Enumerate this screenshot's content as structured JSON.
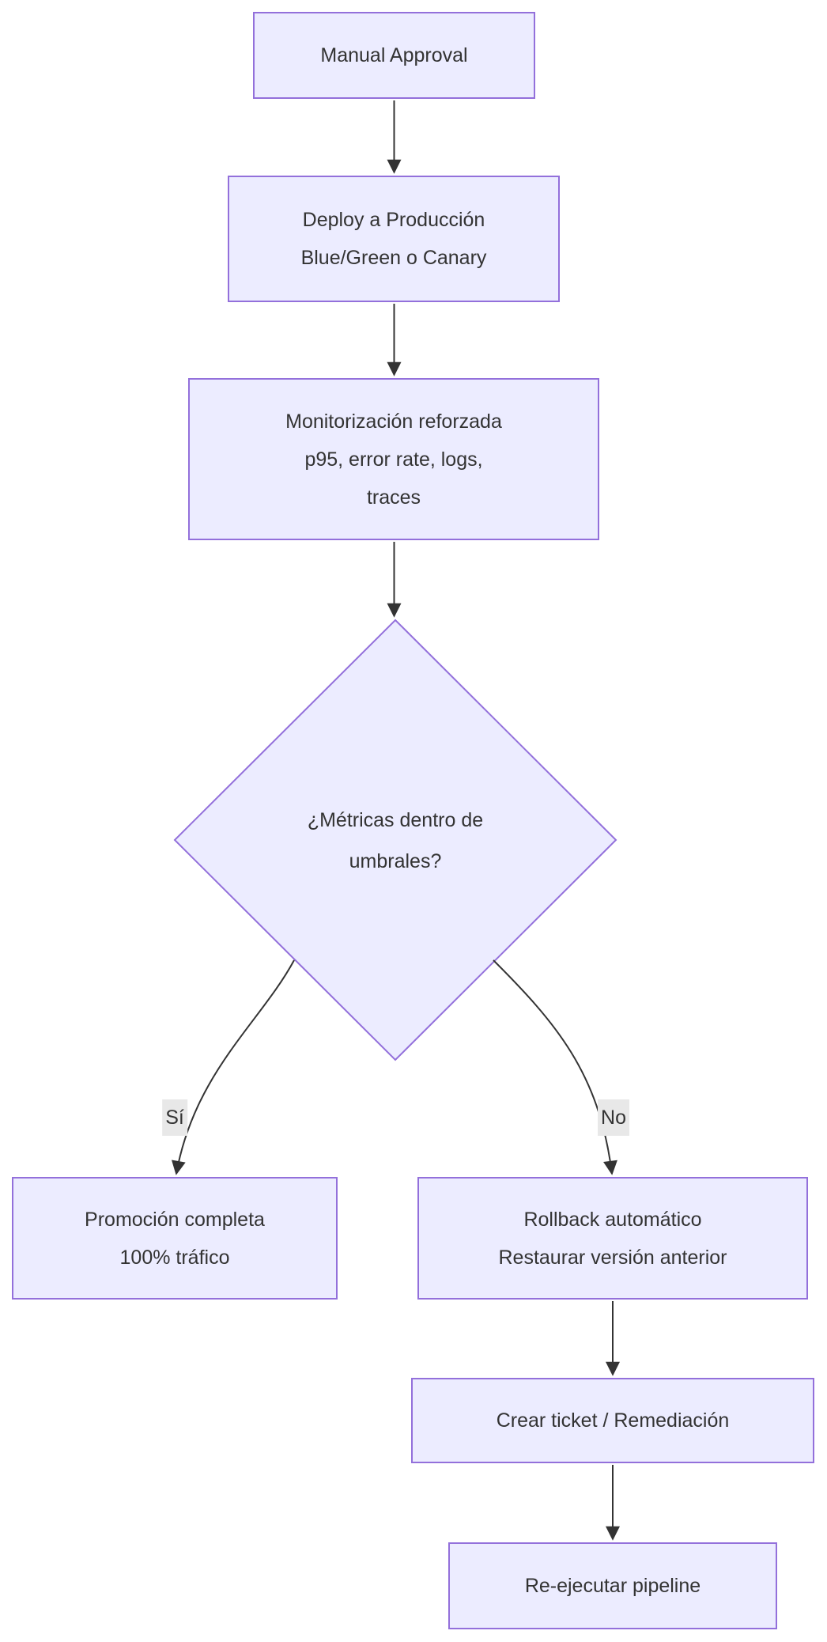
{
  "diagram": {
    "type": "flowchart",
    "colors": {
      "background": "#ffffff",
      "node-fill": "#ECECFF",
      "node-border": "#9370DB",
      "text": "#333333",
      "arrow": "#333333",
      "edge-label-bg": "#e8e8e8"
    },
    "nodes": {
      "manual_approval": {
        "lines": [
          "Manual Approval"
        ]
      },
      "deploy": {
        "lines": [
          "Deploy a Producción",
          "Blue/Green o Canary"
        ]
      },
      "monitoring": {
        "lines": [
          "Monitorización reforzada",
          "p95, error rate, logs,",
          "traces"
        ]
      },
      "decision": {
        "lines": [
          "¿Métricas dentro de",
          "umbrales?"
        ]
      },
      "promotion": {
        "lines": [
          "Promoción completa",
          "100% tráfico"
        ]
      },
      "rollback": {
        "lines": [
          "Rollback automático",
          "Restaurar versión anterior"
        ]
      },
      "ticket": {
        "lines": [
          "Crear ticket / Remediación"
        ]
      },
      "rerun": {
        "lines": [
          "Re-ejecutar pipeline"
        ]
      }
    },
    "edge_labels": {
      "yes": "Sí",
      "no": "No"
    }
  }
}
